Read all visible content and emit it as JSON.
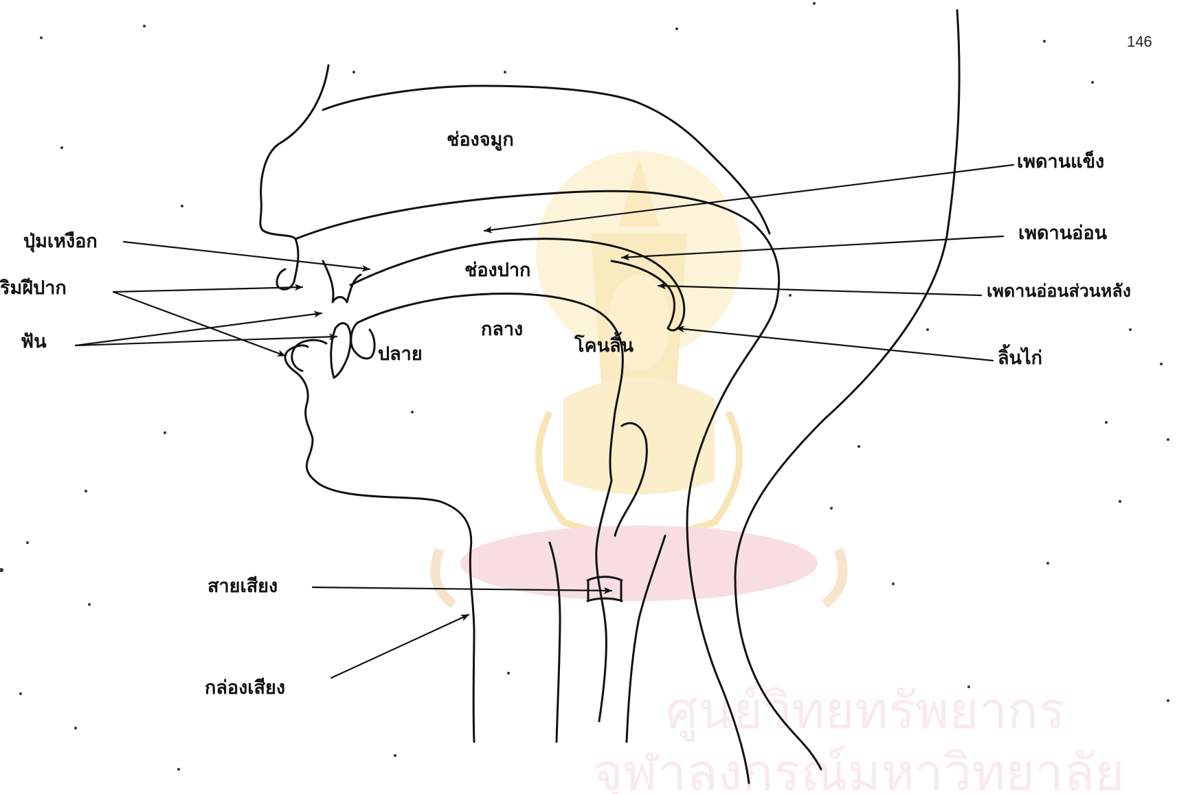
{
  "page_number": "146",
  "watermark": {
    "line1": "ศูนย์วิทยทรัพยากร",
    "line2": "จุฬาลงกรณ์มหาวิทยาลัย",
    "emblem_color": "#f6d98a",
    "text_color": "#f2cdd1"
  },
  "labels": {
    "nasal_cavity": "ช่องจมูก",
    "oral_cavity": "ช่องปาก",
    "hard_palate": "เพดานแข็ง",
    "soft_palate": "เพดานอ่อน",
    "velum_back": "เพดานอ่อนส่วนหลัง",
    "uvula": "ลิ้นไก่",
    "alveolar_ridge": "ปุ่มเหงือก",
    "lips": "ริมฝีปาก",
    "teeth": "ฟัน",
    "tongue_tip": "ปลาย",
    "tongue_middle": "กลาง",
    "tongue_root": "โคนลิ้น",
    "vocal_cords": "สายเสียง",
    "larynx": "กล่องเสียง"
  }
}
